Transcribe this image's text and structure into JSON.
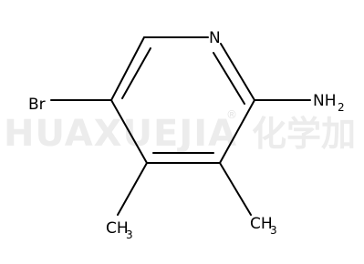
{
  "watermark": {
    "latin": "HUAXUEJIA",
    "registered": "®",
    "cjk": "化学加"
  },
  "atoms": {
    "n1": "N",
    "amine_main": "NH",
    "amine_sub": "2",
    "br": "Br",
    "methyl_left_main": "CH",
    "methyl_left_sub": "3",
    "methyl_right_main": "CH",
    "methyl_right_sub": "3"
  }
}
